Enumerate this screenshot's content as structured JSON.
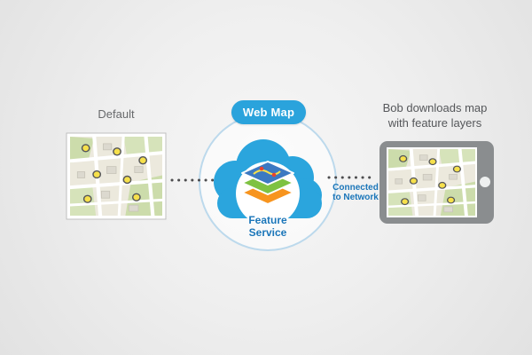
{
  "diagram": {
    "left": {
      "label": "Default"
    },
    "center": {
      "badge": "Web Map",
      "service_label": "Feature\nService"
    },
    "connector": {
      "label": "Connected\nto Network"
    },
    "right": {
      "caption": "Bob downloads map\nwith feature layers"
    },
    "icons": {
      "left_thumbnail": "map-thumbnail",
      "cloud": "cloud-icon",
      "layers": "feature-layers-icon",
      "device": "tablet-device",
      "device_button": "home-button",
      "markers": "yellow-point-markers"
    },
    "colors": {
      "accent_blue": "#2AA3DC",
      "link_blue": "#1B76B9",
      "text_gray": "#58595B",
      "tablet_gray": "#8A8D8F",
      "marker_yellow": "#F6E04B",
      "layer_green": "#7EC242",
      "layer_orange": "#F7941E",
      "layer_blue": "#3C79C2",
      "circle_stroke": "#BCD9EC"
    }
  }
}
